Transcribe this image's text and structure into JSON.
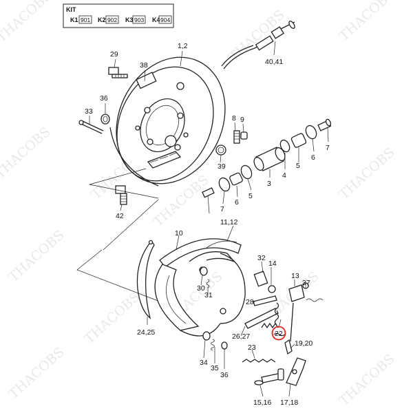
{
  "watermark": "THACOBS",
  "kit": {
    "title": "KIT",
    "items": [
      {
        "key": "K1",
        "value": "901"
      },
      {
        "key": "K2",
        "value": "902"
      },
      {
        "key": "K3",
        "value": "903"
      },
      {
        "key": "K4",
        "value": "904"
      }
    ]
  },
  "callouts": [
    "1,2",
    "29",
    "38",
    "36",
    "33",
    "8",
    "9",
    "40,41",
    "7",
    "6",
    "5",
    "4",
    "3",
    "5",
    "6",
    "39",
    "42",
    "7",
    "11,12",
    "10",
    "32",
    "14",
    "13",
    "37",
    "30",
    "31",
    "28",
    "26,27",
    "22",
    "19,20",
    "23",
    "24,25",
    "34",
    "35",
    "36",
    "15,16",
    "17,18"
  ],
  "highlight": {
    "label": "22",
    "color": "#e3241b"
  }
}
